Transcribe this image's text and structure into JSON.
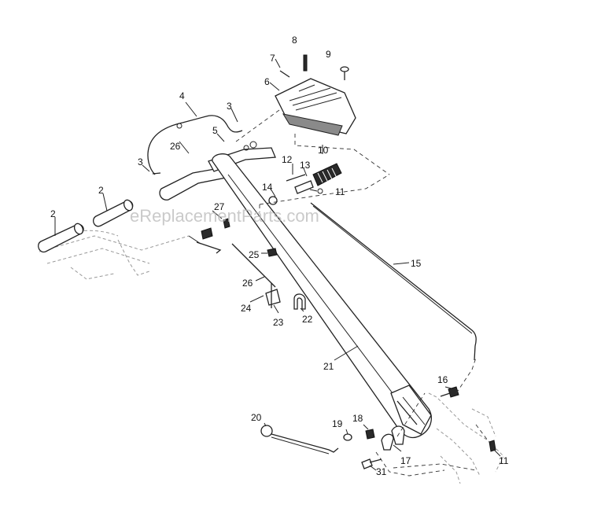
{
  "watermark": "eReplacementParts.com",
  "labels": {
    "p2a": "2",
    "p2b": "2",
    "p3a": "3",
    "p3b": "3",
    "p4": "4",
    "p5": "5",
    "p6": "6",
    "p7": "7",
    "p8": "8",
    "p9": "9",
    "p10": "10",
    "p11a": "11",
    "p11b": "11",
    "p12": "12",
    "p13": "13",
    "p14": "14",
    "p15": "15",
    "p16": "16",
    "p17": "17",
    "p18": "18",
    "p19": "19",
    "p20": "20",
    "p21": "21",
    "p22": "22",
    "p23": "23",
    "p24": "24",
    "p25": "25",
    "p26a": "26",
    "p26b": "26",
    "p27": "27",
    "p31": "31"
  }
}
